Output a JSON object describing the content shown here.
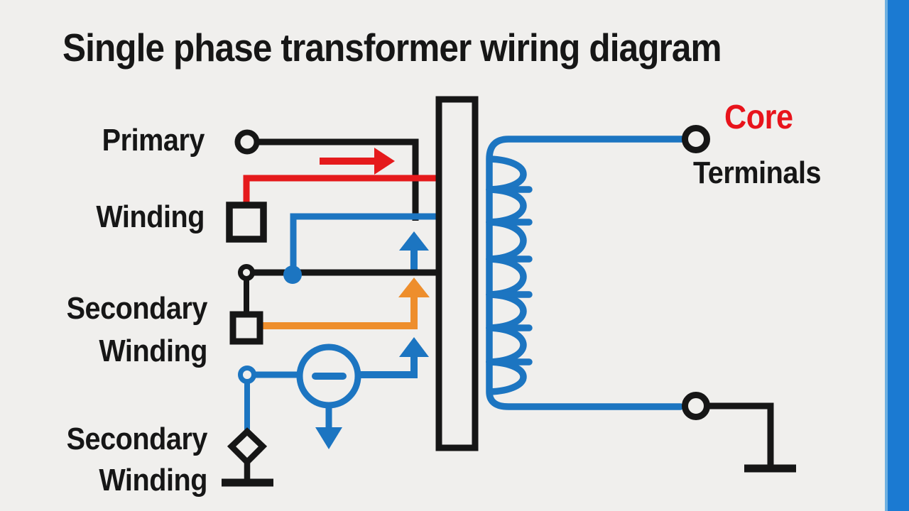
{
  "title": "Single phase transformer wiring diagram",
  "labels": {
    "primary": {
      "line1": "Primary",
      "line2": "Winding"
    },
    "secondary1": {
      "line1": "Secondary",
      "line2": "Winding"
    },
    "secondary2": {
      "line1": "Secondary",
      "line2": "Winding"
    },
    "core": "Core",
    "terminals": "Terminals"
  },
  "diagram_elements": [
    "primary-terminal",
    "primary-winding-box",
    "current-arrow-red",
    "secondary1-terminal",
    "secondary1-winding-box",
    "junction-dot",
    "flux-arrow-blue-1",
    "flux-arrow-orange",
    "secondary2-terminal",
    "voltage-source-circle",
    "polarity-minus-sign",
    "ground-arrow-down",
    "flux-arrow-blue-2",
    "earth-diamond",
    "earth-bar",
    "transformer-core",
    "secondary-coil",
    "core-terminal-top",
    "core-terminal-bottom",
    "ground-bar-right"
  ],
  "colors": {
    "background": "#f0efed",
    "wire_black": "#161616",
    "wire_red": "#e51a1c",
    "wire_blue": "#1c75c1",
    "wire_orange": "#ee8e2c",
    "core_label_red": "#e8131b",
    "sidebar_blue": "#1b7ad2",
    "sidebar_edge": "#6fb0e0"
  }
}
